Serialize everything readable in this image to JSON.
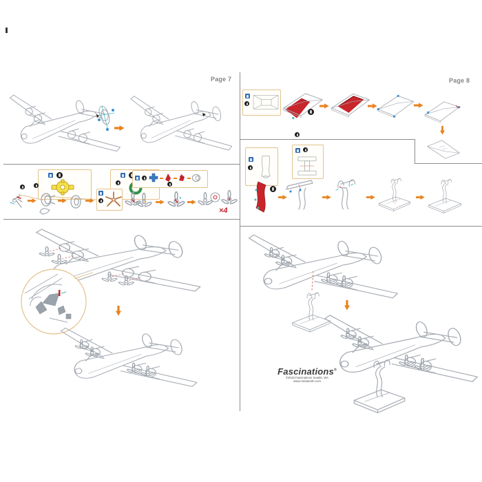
{
  "page7": {
    "label": "Page 7",
    "multiplier": "×4"
  },
  "page8": {
    "label": "Page 8"
  },
  "branding": {
    "logo": "Fascinations",
    "registered_mark": "®",
    "copyright": "©2018 Fascinations Seattle, WA",
    "website": "www.metalearth.com"
  },
  "colors": {
    "arrow_orange": "#E8821D",
    "accent_red": "#C8252B",
    "badge_blue": "#2F6CB3",
    "badge_black": "#1C1C1C",
    "callout_tan": "#E3C18C",
    "line_art": "#A6ABB3",
    "attach_blue": "#3B8FD0",
    "cyan_mark": "#3FB9C9",
    "part_yellow": "#F2E24A",
    "part_green": "#2E9148",
    "part_brown": "#B5682E",
    "divider_gray": "#8C8C8C",
    "page_label_gray": "#858585"
  }
}
